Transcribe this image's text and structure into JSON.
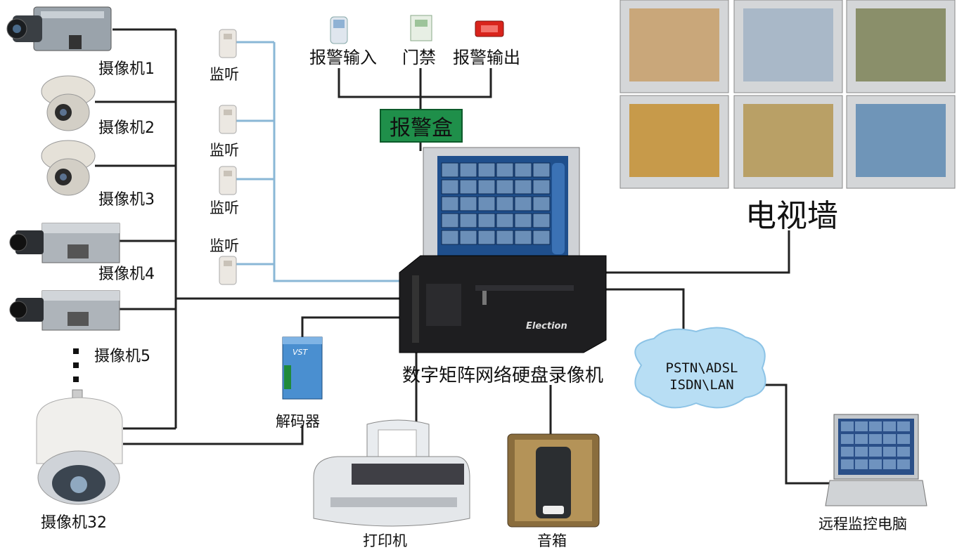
{
  "cameras": [
    {
      "label": "摄像机1"
    },
    {
      "label": "摄像机2"
    },
    {
      "label": "摄像机3"
    },
    {
      "label": "摄像机4"
    },
    {
      "label": "摄像机5"
    },
    {
      "label": "摄像机32"
    }
  ],
  "listen": [
    {
      "label": "监听"
    },
    {
      "label": "监听"
    },
    {
      "label": "监听"
    },
    {
      "label": "监听"
    }
  ],
  "alarm": {
    "input": "报警输入",
    "access": "门禁",
    "output": "报警输出",
    "box": "报警盒"
  },
  "recorder": {
    "label": "数字矩阵网络硬盘录像机",
    "brand": "Election"
  },
  "decoder": {
    "label": "解码器",
    "brand": "VST"
  },
  "printer": {
    "label": "打印机"
  },
  "speaker": {
    "label": "音箱"
  },
  "tvwall": {
    "label": "电视墙"
  },
  "network": {
    "line1": "PSTN\\ADSL",
    "line2": "ISDN\\LAN"
  },
  "remote": {
    "label": "远程监控电脑"
  },
  "colors": {
    "line_dark": "#222222",
    "line_blue": "#8ab7d6",
    "alarm_green": "#1f8f4a",
    "cloud": "#b8def4"
  }
}
